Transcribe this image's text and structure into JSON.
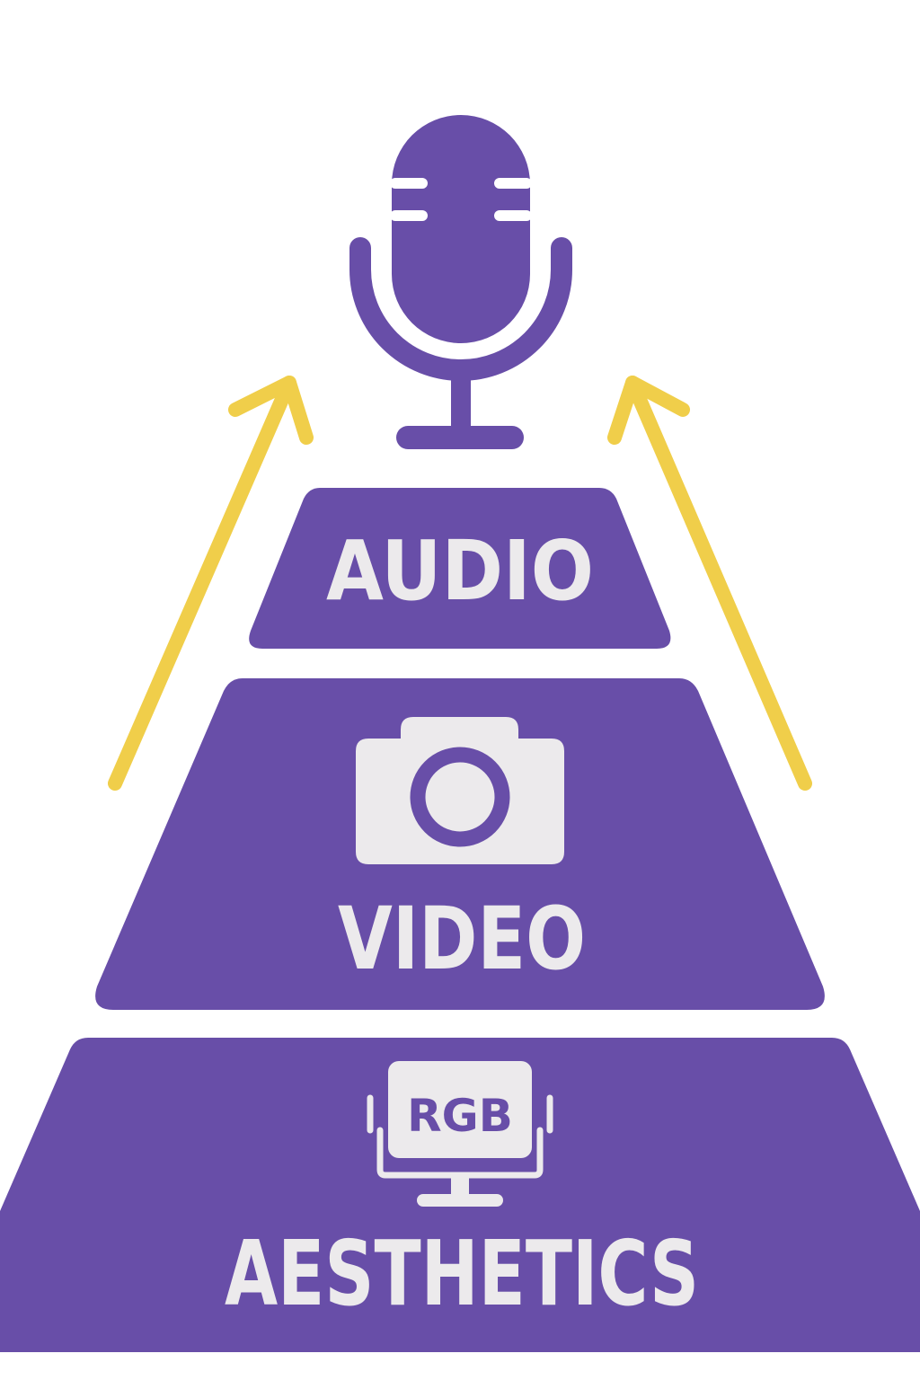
{
  "colors": {
    "background": "#FFFFFF",
    "tier_fill": "#684EA8",
    "label_text": "#ECEAEC",
    "icon_fill": "#684EA8",
    "icon_light": "#ECEAEC",
    "arrow": "#F0CE4A"
  },
  "icons": {
    "top": "microphone-icon",
    "middle": "camera-icon",
    "bottom": "rgb-monitor-icon",
    "left_arrow": "arrow-up-right-icon",
    "right_arrow": "arrow-up-left-icon"
  },
  "tiers": {
    "top": {
      "label": "AUDIO"
    },
    "middle": {
      "label": "VIDEO"
    },
    "bottom": {
      "label": "AESTHETICS"
    }
  },
  "monitor": {
    "text": "RGB"
  }
}
